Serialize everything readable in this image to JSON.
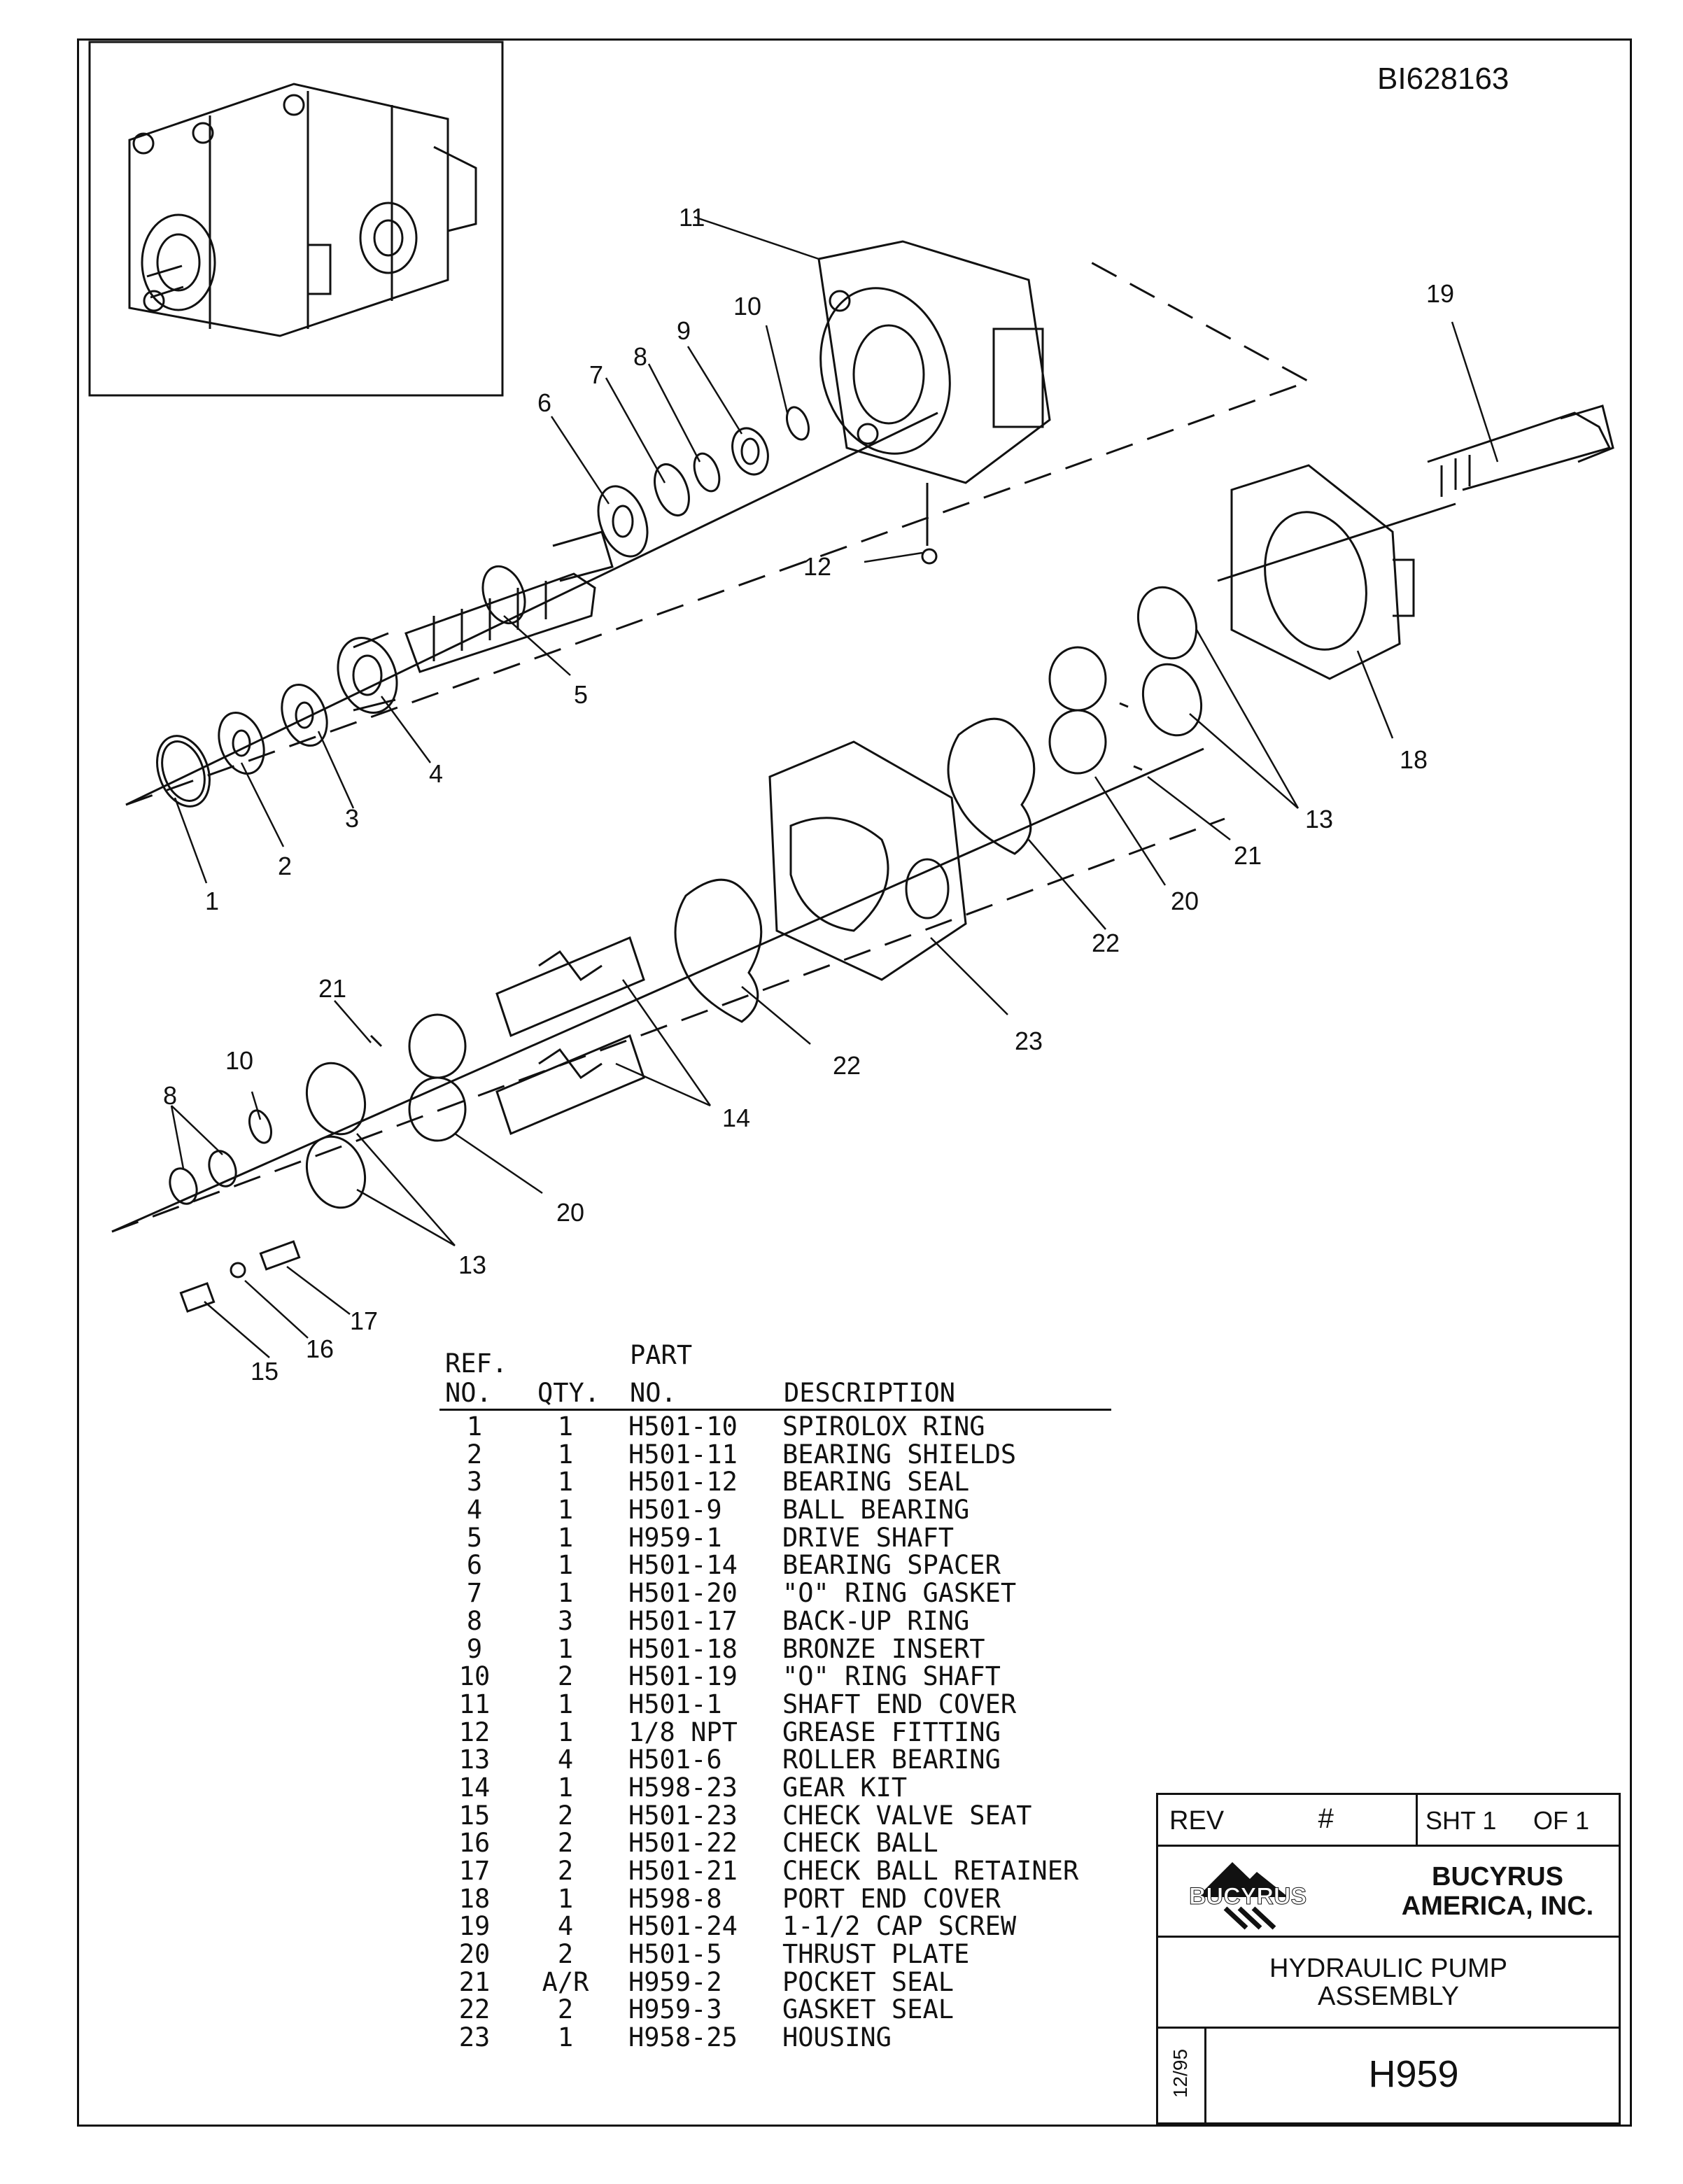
{
  "document_id": "BI628163",
  "diagram": {
    "callouts": [
      "1",
      "2",
      "3",
      "4",
      "5",
      "6",
      "7",
      "8",
      "9",
      "10",
      "11",
      "12",
      "13",
      "14",
      "15",
      "16",
      "17",
      "18",
      "19",
      "20",
      "21",
      "22",
      "23"
    ]
  },
  "parts_list": {
    "headers": {
      "ref_line1": "REF.",
      "ref_line2": "NO.",
      "qty": "QTY.",
      "part_line1": "PART",
      "part_line2": "NO.",
      "description": "DESCRIPTION"
    },
    "rows": [
      {
        "ref": "1",
        "qty": "1",
        "part": "H501-10",
        "desc": "SPIROLOX RING"
      },
      {
        "ref": "2",
        "qty": "1",
        "part": "H501-11",
        "desc": "BEARING SHIELDS"
      },
      {
        "ref": "3",
        "qty": "1",
        "part": "H501-12",
        "desc": "BEARING SEAL"
      },
      {
        "ref": "4",
        "qty": "1",
        "part": "H501-9",
        "desc": "BALL BEARING"
      },
      {
        "ref": "5",
        "qty": "1",
        "part": "H959-1",
        "desc": "DRIVE SHAFT"
      },
      {
        "ref": "6",
        "qty": "1",
        "part": "H501-14",
        "desc": "BEARING SPACER"
      },
      {
        "ref": "7",
        "qty": "1",
        "part": "H501-20",
        "desc": "\"O\" RING GASKET"
      },
      {
        "ref": "8",
        "qty": "3",
        "part": "H501-17",
        "desc": "BACK-UP RING"
      },
      {
        "ref": "9",
        "qty": "1",
        "part": "H501-18",
        "desc": "BRONZE INSERT"
      },
      {
        "ref": "10",
        "qty": "2",
        "part": "H501-19",
        "desc": "\"O\" RING SHAFT"
      },
      {
        "ref": "11",
        "qty": "1",
        "part": "H501-1",
        "desc": "SHAFT END COVER"
      },
      {
        "ref": "12",
        "qty": "1",
        "part": "1/8 NPT",
        "desc": "GREASE FITTING"
      },
      {
        "ref": "13",
        "qty": "4",
        "part": "H501-6",
        "desc": "ROLLER BEARING"
      },
      {
        "ref": "14",
        "qty": "1",
        "part": "H598-23",
        "desc": "GEAR KIT"
      },
      {
        "ref": "15",
        "qty": "2",
        "part": "H501-23",
        "desc": "CHECK VALVE SEAT"
      },
      {
        "ref": "16",
        "qty": "2",
        "part": "H501-22",
        "desc": "CHECK BALL"
      },
      {
        "ref": "17",
        "qty": "2",
        "part": "H501-21",
        "desc": "CHECK BALL RETAINER"
      },
      {
        "ref": "18",
        "qty": "1",
        "part": "H598-8",
        "desc": "PORT END COVER"
      },
      {
        "ref": "19",
        "qty": "4",
        "part": "H501-24",
        "desc": "1-1/2 CAP SCREW"
      },
      {
        "ref": "20",
        "qty": "2",
        "part": "H501-5",
        "desc": "THRUST PLATE"
      },
      {
        "ref": "21",
        "qty": "A/R",
        "part": "H959-2",
        "desc": "POCKET SEAL"
      },
      {
        "ref": "22",
        "qty": "2",
        "part": "H959-3",
        "desc": "GASKET SEAL"
      },
      {
        "ref": "23",
        "qty": "1",
        "part": "H958-25",
        "desc": "HOUSING"
      }
    ]
  },
  "title_block": {
    "rev_label": "REV",
    "rev_symbol": "#",
    "sheet_label": "SHT 1",
    "of_label": "OF 1",
    "logo_text": "BUCYRUS",
    "company_line1": "BUCYRUS",
    "company_line2": "AMERICA, INC.",
    "title_line1": "HYDRAULIC PUMP",
    "title_line2": "ASSEMBLY",
    "date": "12/95",
    "drawing_number": "H959"
  }
}
